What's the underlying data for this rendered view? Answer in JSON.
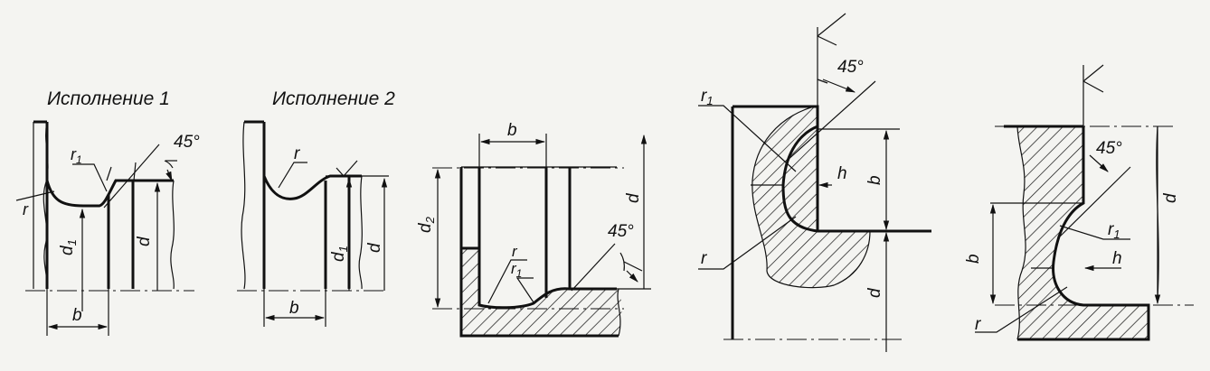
{
  "captions": {
    "variant1": "Исполнение 1",
    "variant2": "Исполнение 2"
  },
  "labels": {
    "angle": "45°",
    "b": "b",
    "d": "d",
    "d1": "d",
    "d1_sub": "1",
    "d2": "d",
    "d2_sub": "2",
    "r": "r",
    "r1": "r",
    "r1_sub": "1",
    "h": "h"
  }
}
